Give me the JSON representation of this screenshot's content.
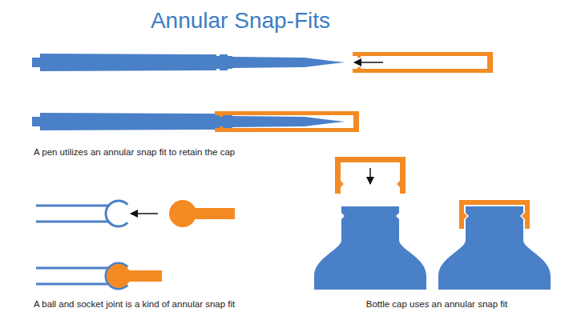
{
  "diagram": {
    "title": "Annular Snap-Fits",
    "labels": [
      "A pen utilizes an annular snap fit to retain the cap",
      "A ball and socket joint is a kind of annular snap fit",
      "Bottle cap uses an annular snap fit"
    ]
  }
}
